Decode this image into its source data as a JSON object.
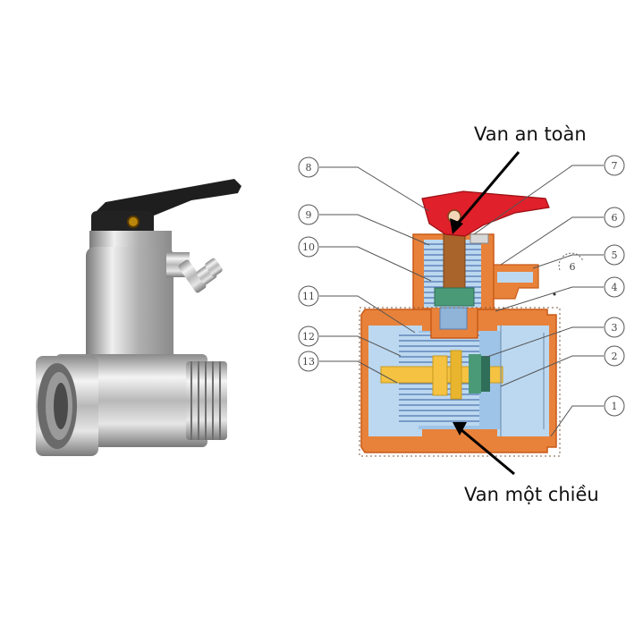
{
  "callouts": {
    "safety_valve": "Van an toàn",
    "check_valve": "Van một chiều"
  },
  "part_numbers": [
    "1",
    "2",
    "3",
    "4",
    "5",
    "6",
    "7",
    "8",
    "9",
    "10",
    "11",
    "12",
    "13"
  ],
  "inner_mark": "6",
  "colors": {
    "brass_outer": "#e8823a",
    "brass_dark": "#c85a18",
    "water_blue": "#bcd8f0",
    "spring_blue": "#5a7fb8",
    "handle_red": "#e0202a",
    "stem_brown": "#a8642a",
    "seat_yellow": "#f5c242",
    "chrome": "#c8c8c8",
    "lever_black": "#1e1e1e"
  }
}
